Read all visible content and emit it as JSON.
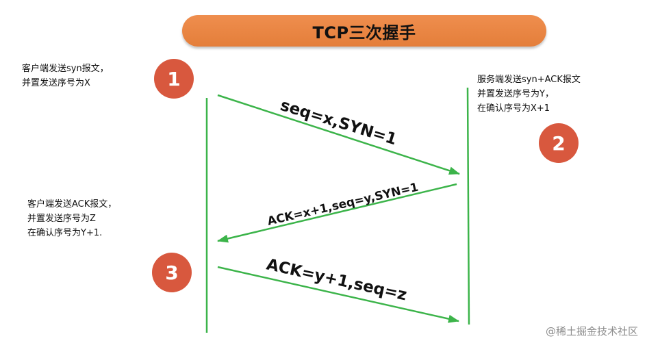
{
  "title": "TCP三次握手",
  "notes": {
    "client_step1": [
      "客户端发送syn报文，",
      "并置发送序号为X"
    ],
    "server_step2": [
      "服务端发送syn+ACK报文",
      "并置发送序号为Y，",
      "在确认序号为X+1"
    ],
    "client_step3": [
      "客户端发送ACK报文，",
      "并置发送序号为Z",
      "在确认序号为Y+1."
    ]
  },
  "steps": [
    "1",
    "2",
    "3"
  ],
  "messages": {
    "first": "seq=x,SYN=1",
    "second": "ACK=x+1,seq=y,SYN=1",
    "third": "ACK=y+1,seq=z"
  },
  "watermark": "@稀土掘金技术社区",
  "colors": {
    "title_fill": "#e98640",
    "step_circle": "#d8583e",
    "lines": "#3cb44a"
  }
}
